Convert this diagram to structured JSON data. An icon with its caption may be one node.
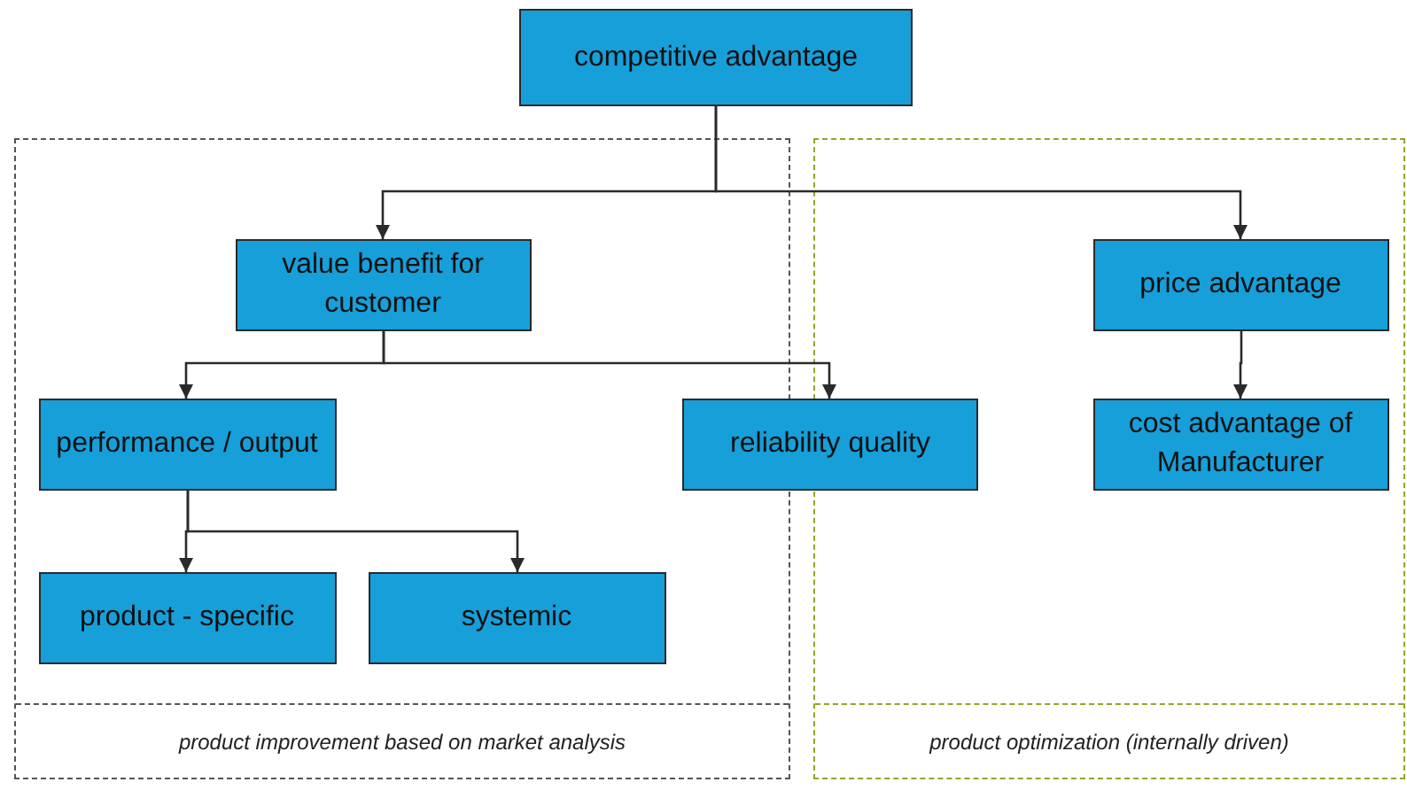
{
  "diagram": {
    "nodes": [
      {
        "text": [
          "competitive advantage"
        ]
      },
      {
        "text": [
          "product improvement based on market analysis"
        ]
      },
      {
        "text": [
          "product optimization (internally driven)"
        ]
      },
      {
        "text": [
          "value benefit for customer"
        ],
        "in": 1
      },
      {
        "text": [
          "price advantage"
        ],
        "in": 2
      },
      {
        "text": [
          "performance / output"
        ],
        "in": 1
      },
      {
        "text": [
          "reliability quality"
        ]
      },
      {
        "text": [
          "cost advantage of Manufacturer"
        ],
        "in": 2
      },
      {
        "text": [
          "product - specific"
        ],
        "in": 1
      },
      {
        "text": [
          "systemic"
        ],
        "in": 1
      }
    ],
    "edges": [
      {
        "from": 0,
        "to": 3,
        "arrow": "to"
      },
      {
        "from": 0,
        "to": 4,
        "arrow": "to"
      },
      {
        "from": 3,
        "to": 5,
        "arrow": "to"
      },
      {
        "from": 3,
        "to": 6,
        "arrow": "to"
      },
      {
        "from": 4,
        "to": 7,
        "arrow": "to"
      },
      {
        "from": 5,
        "to": 8,
        "arrow": "to"
      },
      {
        "from": 5,
        "to": 9,
        "arrow": "to"
      }
    ]
  }
}
